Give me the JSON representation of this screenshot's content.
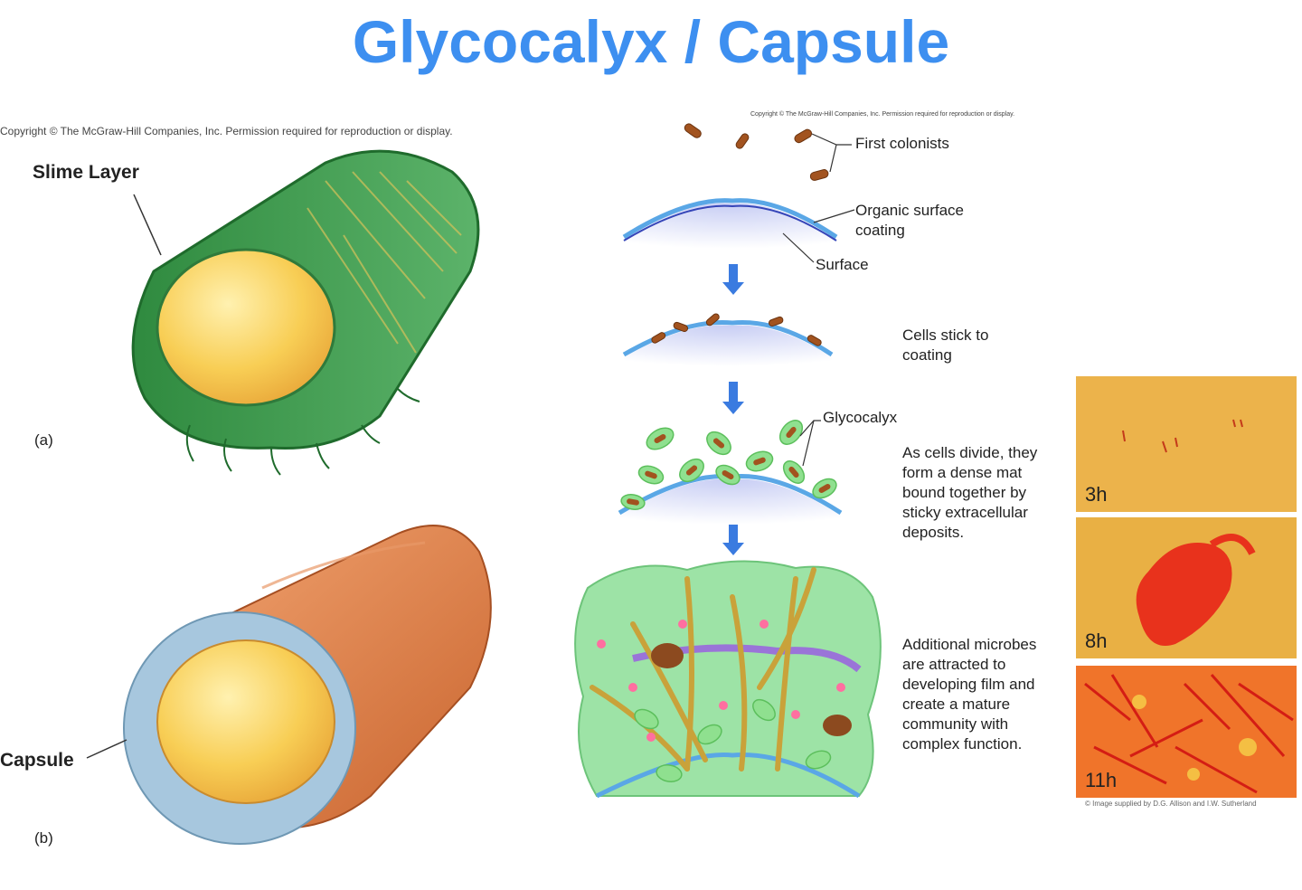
{
  "title": "Glycocalyx / Capsule",
  "copyright_left": "Copyright © The McGraw-Hill Companies, Inc. Permission required for reproduction or display.",
  "copyright_right": "Copyright © The McGraw-Hill Companies, Inc. Permission required for reproduction or display.",
  "panel_a": {
    "label": "Slime Layer",
    "letter": "(a)"
  },
  "panel_b": {
    "label": "Capsule",
    "letter": "(b)"
  },
  "biofilm": {
    "first_colonists": "First colonists",
    "organic_coating_1": "Organic surface",
    "organic_coating_2": "coating",
    "surface": "Surface",
    "step1_1": "Cells stick to",
    "step1_2": "coating",
    "glycocalyx": "Glycocalyx",
    "step2": [
      "As cells divide, they",
      "form a dense mat",
      "bound together by",
      "sticky extracellular",
      "deposits."
    ],
    "step3": [
      "Additional microbes",
      "are attracted to",
      "developing film and",
      "create a mature",
      "community with",
      "complex function."
    ]
  },
  "micrographs": {
    "panels": [
      "3h",
      "8h",
      "11h"
    ],
    "credit": "© Image supplied by D.G. Allison and I.W. Sutherland"
  },
  "colors": {
    "title": "#3d8ff0",
    "slime": "#3f9e4f",
    "capsule_outer": "#9fc4dc",
    "cell": "#f6c94b",
    "rod": "#d0722c"
  }
}
